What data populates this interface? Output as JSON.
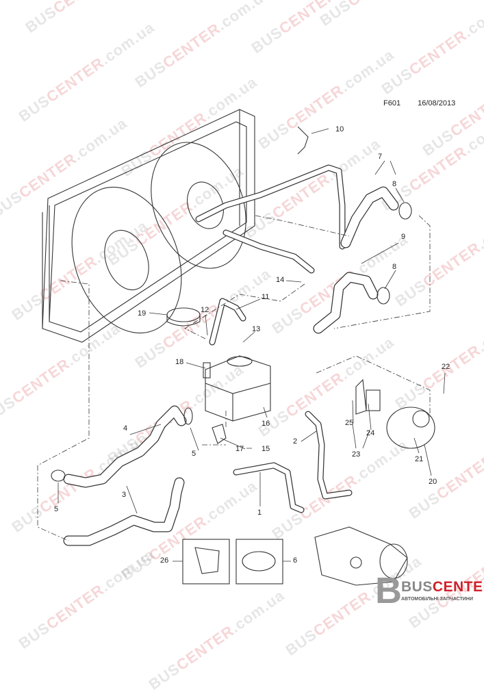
{
  "header": {
    "code": "F601",
    "date": "16/08/2013"
  },
  "watermark": {
    "part1": "BUS",
    "part2": "CENTER",
    "part3": ".com.ua"
  },
  "logo": {
    "part1": "BUS",
    "part2": "CENTER",
    "tagline": "АВТОМОБІЛЬНІ ЗАПЧАСТИНИ"
  },
  "callouts": {
    "c10": "10",
    "c7": "7",
    "c8a": "8",
    "c9": "9",
    "c8b": "8",
    "c14": "14",
    "c11": "11",
    "c19": "19",
    "c12": "12",
    "c13": "13",
    "c18": "18",
    "c22": "22",
    "c4": "4",
    "c16": "16",
    "c2": "2",
    "c25": "25",
    "c24": "24",
    "c17": "17",
    "c15": "15",
    "c23": "23",
    "c5a": "5",
    "c21": "21",
    "c20": "20",
    "c5b": "5",
    "c3": "3",
    "c1": "1",
    "c26": "26",
    "c6": "6"
  },
  "colors": {
    "watermark_red": "#d0202a",
    "watermark_grey": "#777777",
    "line": "#333333"
  }
}
